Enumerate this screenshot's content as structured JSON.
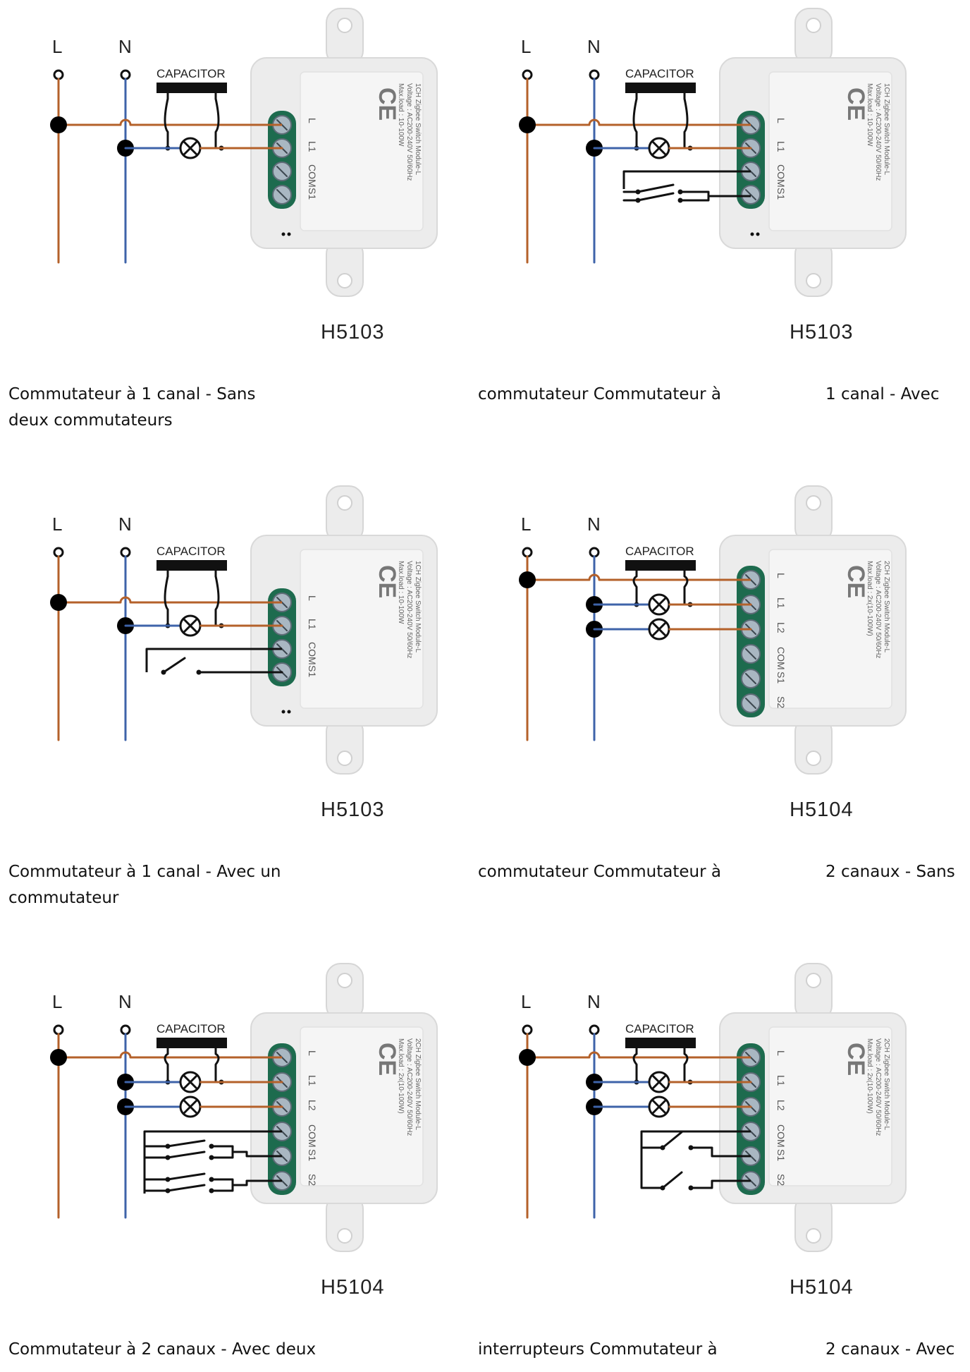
{
  "colors": {
    "live": "#b4612a",
    "neutral": "#3e63a9",
    "wire": "#111111",
    "module": "#ececec",
    "terminal": "#1d6b4e"
  },
  "panels": [
    {
      "id": "p1",
      "model": "H5103",
      "variant": "1ch",
      "switch": "none",
      "labels": {
        "L": "L",
        "N": "N",
        "capacitor": "CAPACITOR"
      },
      "module_text": [
        "1CH Zigbee Switch Module-L",
        "Voltage : AC200-240V 50/60Hz",
        "Max.load : 10-100W"
      ],
      "terminals": [
        "L",
        "L1",
        "COM",
        "S1"
      ]
    },
    {
      "id": "p2",
      "model": "H5103",
      "variant": "1ch",
      "switch": "double",
      "labels": {
        "L": "L",
        "N": "N",
        "capacitor": "CAPACITOR"
      },
      "module_text": [
        "1CH Zigbee Switch Module-L",
        "Voltage : AC200-240V 50/60Hz",
        "Max.load : 10-100W"
      ],
      "terminals": [
        "L",
        "L1",
        "COM",
        "S1"
      ]
    },
    {
      "id": "p3",
      "model": "H5103",
      "variant": "1ch",
      "switch": "single",
      "labels": {
        "L": "L",
        "N": "N",
        "capacitor": "CAPACITOR"
      },
      "module_text": [
        "1CH Zigbee Switch Module-L",
        "Voltage : AC200-240V 50/60Hz",
        "Max.load : 10-100W"
      ],
      "terminals": [
        "L",
        "L1",
        "COM",
        "S1"
      ]
    },
    {
      "id": "p4",
      "model": "H5104",
      "variant": "2ch",
      "switch": "none",
      "labels": {
        "L": "L",
        "N": "N",
        "capacitor": "CAPACITOR"
      },
      "module_text": [
        "2CH Zigbee Switch Module-L",
        "Voltage : AC200-240V 50/60Hz",
        "Max.load : 2x(10-100W)"
      ],
      "terminals": [
        "L",
        "L1",
        "L2",
        "COM",
        "S1",
        "S2"
      ]
    },
    {
      "id": "p5",
      "model": "H5104",
      "variant": "2ch",
      "switch": "double",
      "labels": {
        "L": "L",
        "N": "N",
        "capacitor": "CAPACITOR"
      },
      "module_text": [
        "2CH Zigbee Switch Module-L",
        "Voltage : AC200-240V 50/60Hz",
        "Max.load : 2x(10-100W)"
      ],
      "terminals": [
        "L",
        "L1",
        "L2",
        "COM",
        "S1",
        "S2"
      ]
    },
    {
      "id": "p6",
      "model": "H5104",
      "variant": "2ch",
      "switch": "single",
      "labels": {
        "L": "L",
        "N": "N",
        "capacitor": "CAPACITOR"
      },
      "module_text": [
        "2CH Zigbee Switch Module-L",
        "Voltage : AC200-240V 50/60Hz",
        "Max.load : 2x(10-100W)"
      ],
      "terminals": [
        "L",
        "L1",
        "L2",
        "COM",
        "S1",
        "S2"
      ]
    }
  ],
  "captions": [
    {
      "left_line1": "Commutateur à 1 canal - Sans",
      "left_line2": "deux commutateurs",
      "middle": "commutateur Commutateur à",
      "right": "1 canal - Avec"
    },
    {
      "left_line1": "Commutateur à 1 canal - Avec un",
      "left_line2": "commutateur",
      "middle": "commutateur Commutateur à",
      "right": "2 canaux - Sans"
    },
    {
      "left_line1": "Commutateur à 2 canaux - Avec deux",
      "left_line2": "",
      "middle": "interrupteurs Commutateur à",
      "right": "2 canaux - Avec"
    }
  ]
}
